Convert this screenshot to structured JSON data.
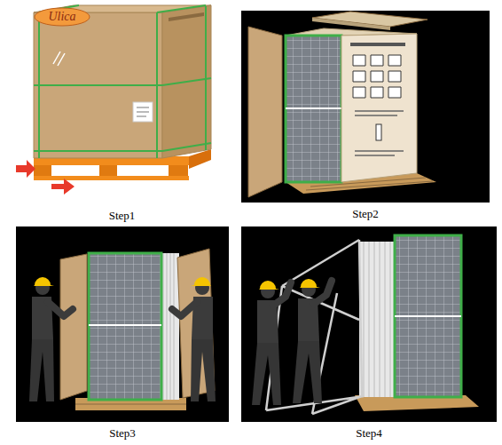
{
  "diagram": {
    "nodes": [
      {
        "text": [
          "Step1"
        ]
      },
      {
        "text": [
          "Ulica"
        ],
        "in": 0
      },
      {
        "text": [
          "Step2"
        ]
      },
      {
        "text": [
          "Step3"
        ]
      },
      {
        "text": [
          "Step4"
        ]
      }
    ]
  }
}
